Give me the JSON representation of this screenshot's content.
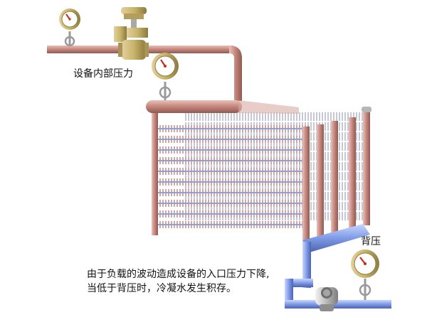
{
  "labels": {
    "internal_pressure": "设备内部压力",
    "back_pressure": "背压"
  },
  "caption": {
    "line1": "由于负载的波动造成设备的入口压力下降,",
    "line2": "当低于背压时，冷凝水发生积存。"
  },
  "colors": {
    "steam_pipe": "#c98a80",
    "condensate_pipe": "#7f9ae6",
    "gauge_rim": "#c9b46a",
    "gauge_needle": "#cc2a1a"
  },
  "icons": [
    "pressure-gauge-icon",
    "control-valve-icon",
    "steam-trap-icon"
  ]
}
